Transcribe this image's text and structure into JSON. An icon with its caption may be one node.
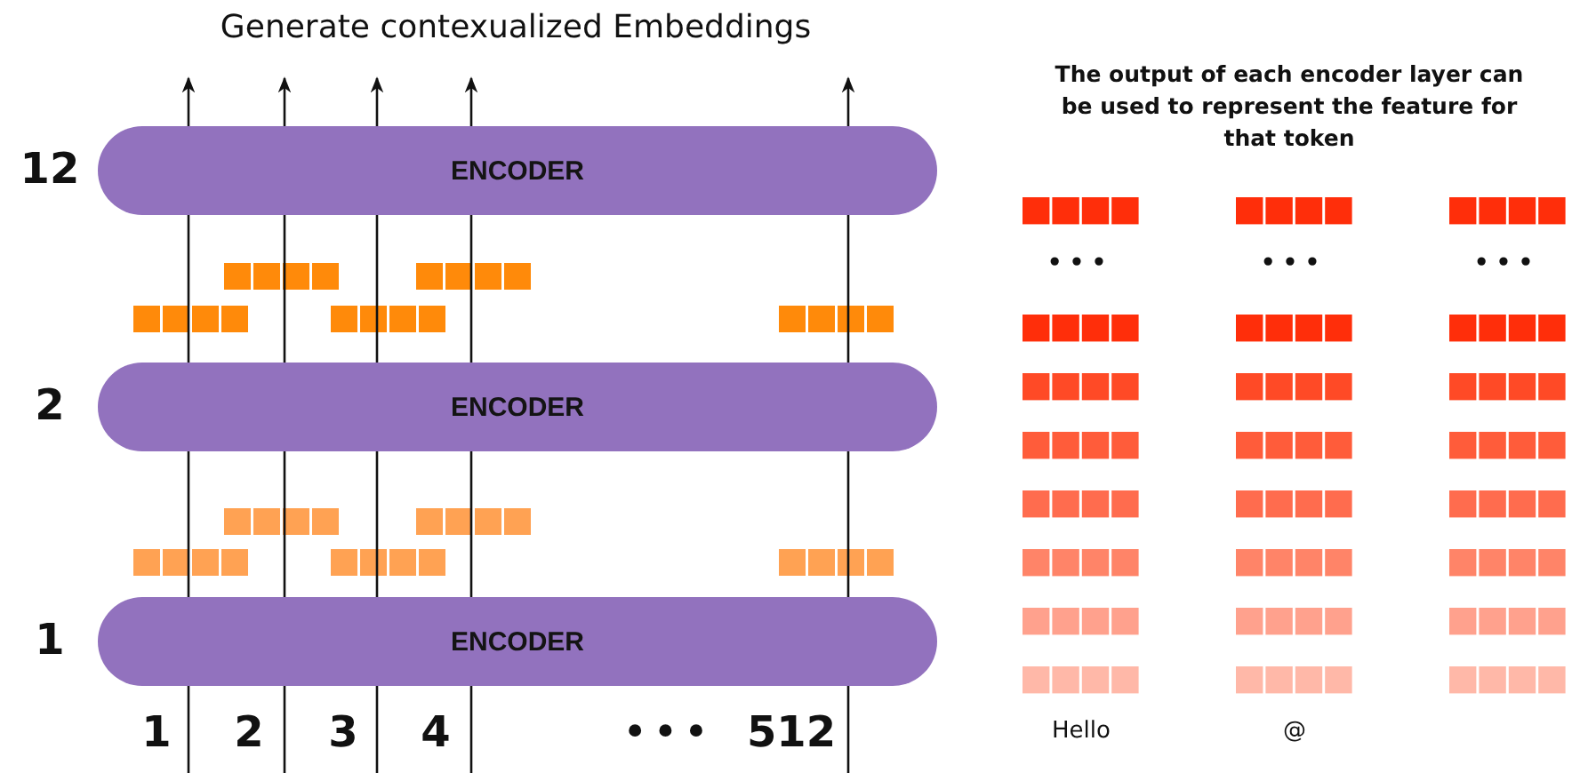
{
  "diagram": {
    "title": "Generate contexualized Embeddings",
    "nodes": [
      {
        "text": [
          "ENCODER"
        ],
        "beside": [
          "12"
        ]
      },
      {
        "text": [
          "ENCODER"
        ],
        "beside": [
          "2"
        ]
      },
      {
        "text": [
          "ENCODER"
        ],
        "beside": [
          "1"
        ]
      }
    ],
    "edges": [
      {
        "from": null,
        "to": 2,
        "arrow": "none"
      },
      {
        "from": 2,
        "to": 1,
        "arrow": "none"
      },
      {
        "from": 1,
        "to": 0,
        "arrow": "none"
      },
      {
        "from": 0,
        "to": null,
        "arrow": "to"
      },
      {
        "from": null,
        "to": 2,
        "arrow": "none"
      },
      {
        "from": 2,
        "to": 1,
        "arrow": "none"
      },
      {
        "from": 1,
        "to": 0,
        "arrow": "none"
      },
      {
        "from": 0,
        "to": null,
        "arrow": "to"
      },
      {
        "from": null,
        "to": 2,
        "arrow": "none"
      },
      {
        "from": 2,
        "to": 1,
        "arrow": "none"
      },
      {
        "from": 1,
        "to": 0,
        "arrow": "none"
      },
      {
        "from": 0,
        "to": null,
        "arrow": "to"
      },
      {
        "from": null,
        "to": 2,
        "arrow": "none"
      },
      {
        "from": 2,
        "to": 1,
        "arrow": "none"
      },
      {
        "from": 1,
        "to": 0,
        "arrow": "none"
      },
      {
        "from": 0,
        "to": null,
        "arrow": "to"
      },
      {
        "from": null,
        "to": 2,
        "arrow": "none"
      },
      {
        "from": 2,
        "to": 1,
        "arrow": "none"
      },
      {
        "from": 1,
        "to": 0,
        "arrow": "none"
      },
      {
        "from": 0,
        "to": null,
        "arrow": "to"
      }
    ],
    "labels": [
      "1",
      "2",
      "3",
      "4",
      "•••",
      "512",
      "The output of each encoder layer can be used to represent the feature for that token",
      "•••",
      "•••",
      "•••",
      "Hello",
      "@"
    ]
  }
}
